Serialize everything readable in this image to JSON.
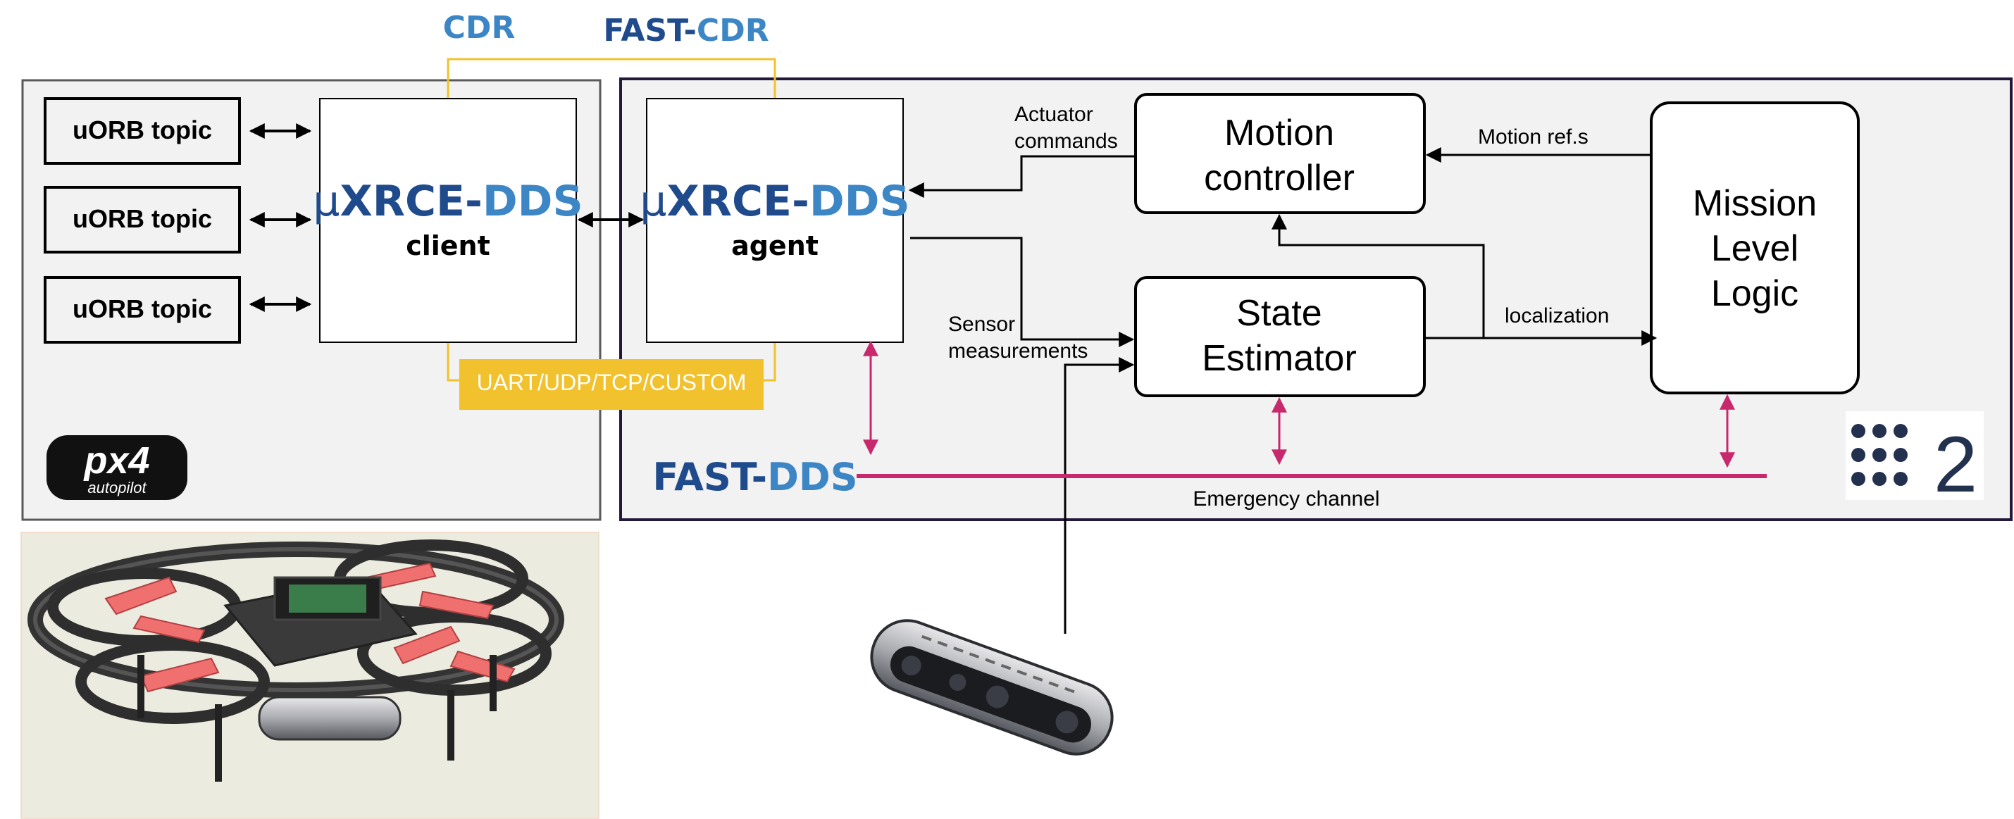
{
  "colors": {
    "fast_dark": "#1f4a8c",
    "fast_light": "#3d86c6",
    "bus_yellow": "#f2c12e",
    "magenta": "#c8286c",
    "border_dark": "#24183a",
    "panel_gray": "#f2f2f2"
  },
  "top_labels": {
    "cdr": "CDR",
    "fast": "FAST-",
    "cdr2": "CDR"
  },
  "uorb": [
    "uORB topic",
    "uORB topic",
    "uORB topic"
  ],
  "client": {
    "mu": "μ",
    "xrce": "XRCE-",
    "dds": "DDS",
    "sub": "client"
  },
  "agent": {
    "mu": "μ",
    "xrce": "XRCE-",
    "dds": "DDS",
    "sub": "agent"
  },
  "transport": "UART/UDP/TCP/CUSTOM",
  "px4_logo": {
    "top": "px4",
    "bottom": "autopilot"
  },
  "labels": {
    "actuator_1": "Actuator",
    "actuator_2": "commands",
    "sensor_1": "Sensor",
    "sensor_2": "measurements",
    "motion_ref": "Motion ref.s",
    "localization": "localization",
    "emergency": "Emergency channel"
  },
  "motion_controller": [
    "Motion",
    "controller"
  ],
  "state_estimator": [
    "State",
    "Estimator"
  ],
  "mission": [
    "Mission",
    "Level",
    "Logic"
  ],
  "fastdds": {
    "fast": "FAST-",
    "dds": "DDS"
  },
  "ros2_logo": {
    "numeral": "2"
  },
  "icons": [
    "px4-logo",
    "ros2-logo",
    "drone-image",
    "depth-camera-image"
  ]
}
